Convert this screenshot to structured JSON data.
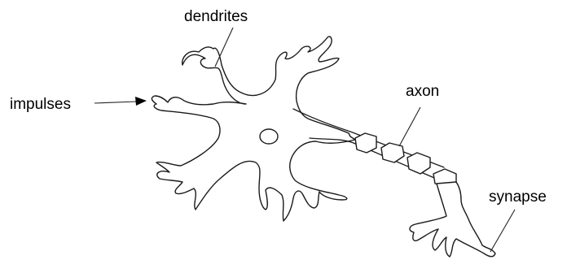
{
  "labels": {
    "dendrites": "dendrites",
    "impulses": "impulses",
    "axon": "axon",
    "synapse": "synapse"
  },
  "colors": {
    "line": "#1a1a1a",
    "text": "#000000",
    "background": "#ffffff"
  }
}
